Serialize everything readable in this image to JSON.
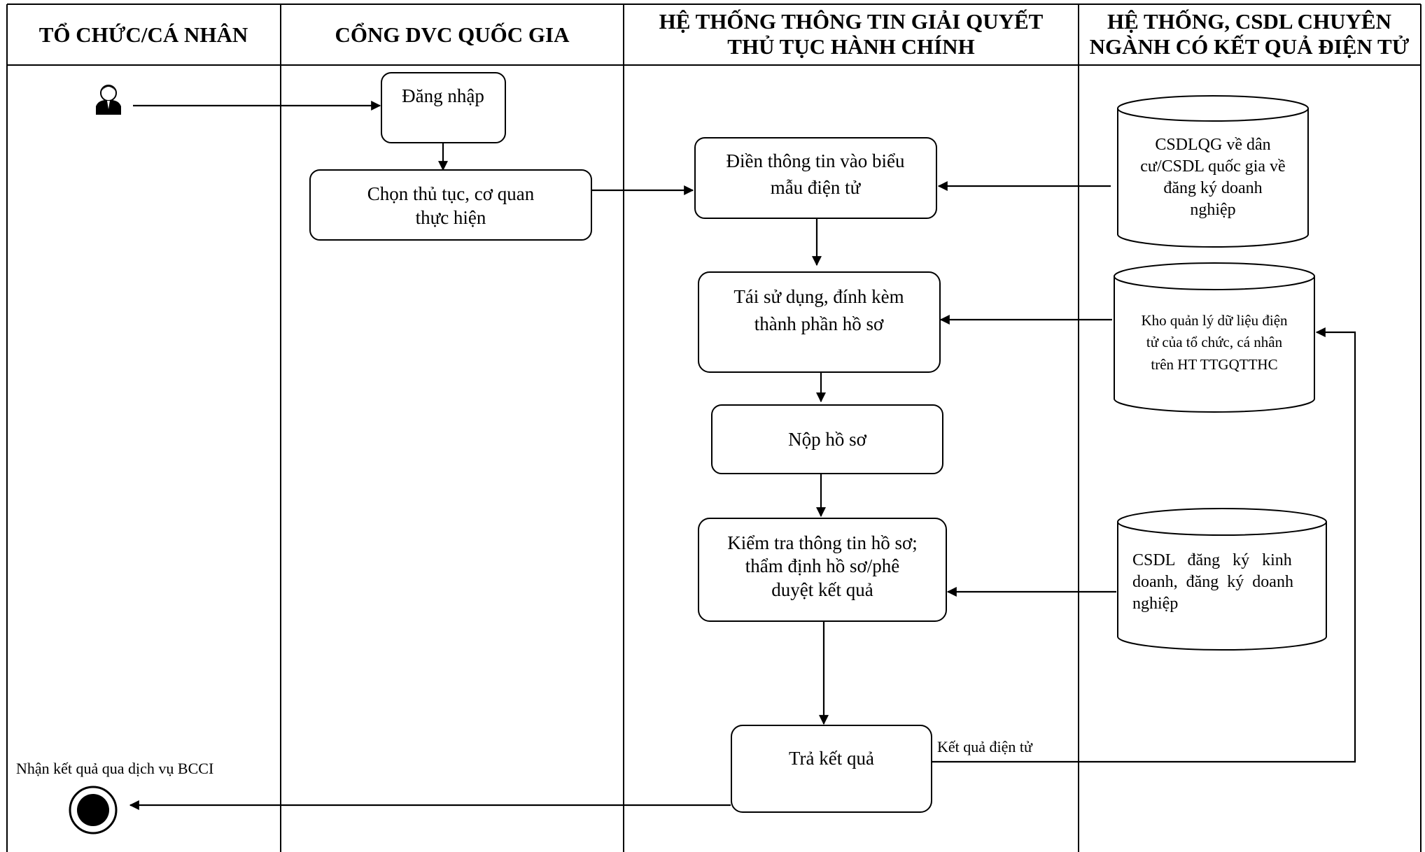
{
  "lanes": [
    {
      "id": "to-chuc-ca-nhan",
      "title_lines": [
        "TỔ CHỨC/CÁ NHÂN"
      ]
    },
    {
      "id": "cong-dvc-quoc-gia",
      "title_lines": [
        "CỔNG DVC QUỐC GIA"
      ]
    },
    {
      "id": "he-thong-ttgqtthc",
      "title_lines": [
        "HỆ THỐNG THÔNG TIN GIẢI QUYẾT",
        "THỦ TỤC HÀNH CHÍNH"
      ]
    },
    {
      "id": "he-thong-csdl-chuyen-nganh",
      "title_lines": [
        "HỆ THỐNG, CSDL CHUYÊN",
        "NGÀNH CÓ KẾT QUẢ ĐIỆN TỬ"
      ]
    }
  ],
  "steps": {
    "dang_nhap": [
      "Đăng nhập"
    ],
    "chon_thu_tuc": [
      "Chọn thủ tục, cơ quan",
      "thực hiện"
    ],
    "dien_thong_tin": [
      "Điền thông tin vào biểu",
      "mẫu điện tử"
    ],
    "tai_su_dung": [
      "Tái sử dụng, đính kèm",
      "thành phần hồ sơ"
    ],
    "nop_ho_so": [
      "Nộp hồ sơ"
    ],
    "kiem_tra": [
      "Kiểm tra thông tin hồ sơ;",
      "thẩm định hồ sơ/phê",
      "duyệt kết quả"
    ],
    "tra_ket_qua": [
      "Trả kết quả"
    ]
  },
  "databases": {
    "csdlqg": [
      "CSDLQG về dân",
      "cư/CSDL quốc gia về",
      "đăng ký doanh",
      "nghiệp"
    ],
    "kho_du_lieu": [
      "Kho quản lý dữ liệu điện",
      "tử của tổ chức, cá nhân",
      "trên HT TTGQTTHC"
    ],
    "csdl_dkkd": [
      "CSDL   đăng   ký   kinh",
      "doanh,  đăng  ký  doanh",
      "nghiệp"
    ]
  },
  "labels": {
    "ket_qua_dien_tu": "Kết quả điện tử",
    "nhan_ket_qua": "Nhận kết quả qua dịch vụ BCCI"
  },
  "icons": {
    "actor": "person-icon",
    "end": "end-node-icon"
  }
}
